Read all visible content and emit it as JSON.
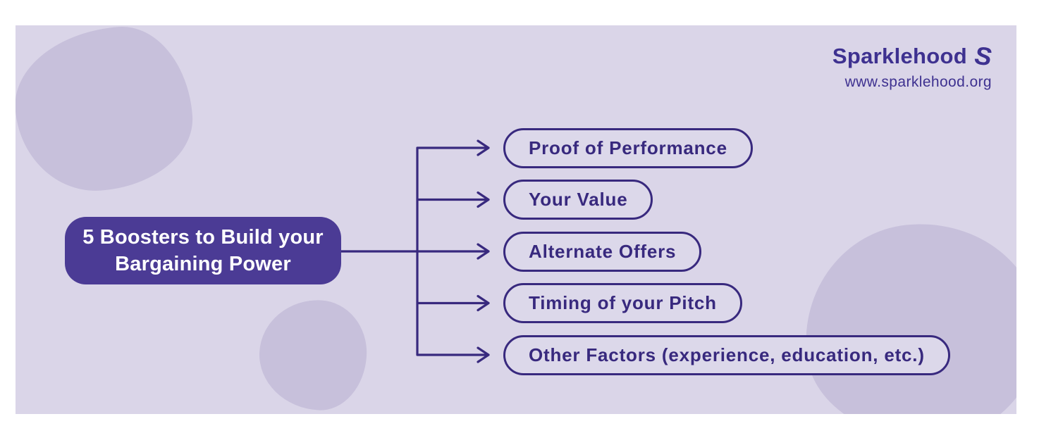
{
  "brand": {
    "name": "Sparklehood",
    "logo_glyph": "S",
    "url": "www.sparklehood.org"
  },
  "diagram": {
    "root": {
      "line1": "5 Boosters to Build your",
      "line2": "Bargaining Power"
    },
    "items": [
      {
        "label": "Proof of Performance"
      },
      {
        "label": "Your Value"
      },
      {
        "label": "Alternate Offers"
      },
      {
        "label": "Timing of your Pitch"
      },
      {
        "label": "Other Factors (experience, education, etc.)"
      }
    ]
  },
  "colors": {
    "background": "#ffffff",
    "panel": "#dad5e8",
    "blob": "#c7c0db",
    "ink": "#38297e",
    "root_box": "#4b3b95",
    "root_text": "#ffffff",
    "brand": "#3e3190",
    "pill_fill": "#dcd8ea"
  }
}
